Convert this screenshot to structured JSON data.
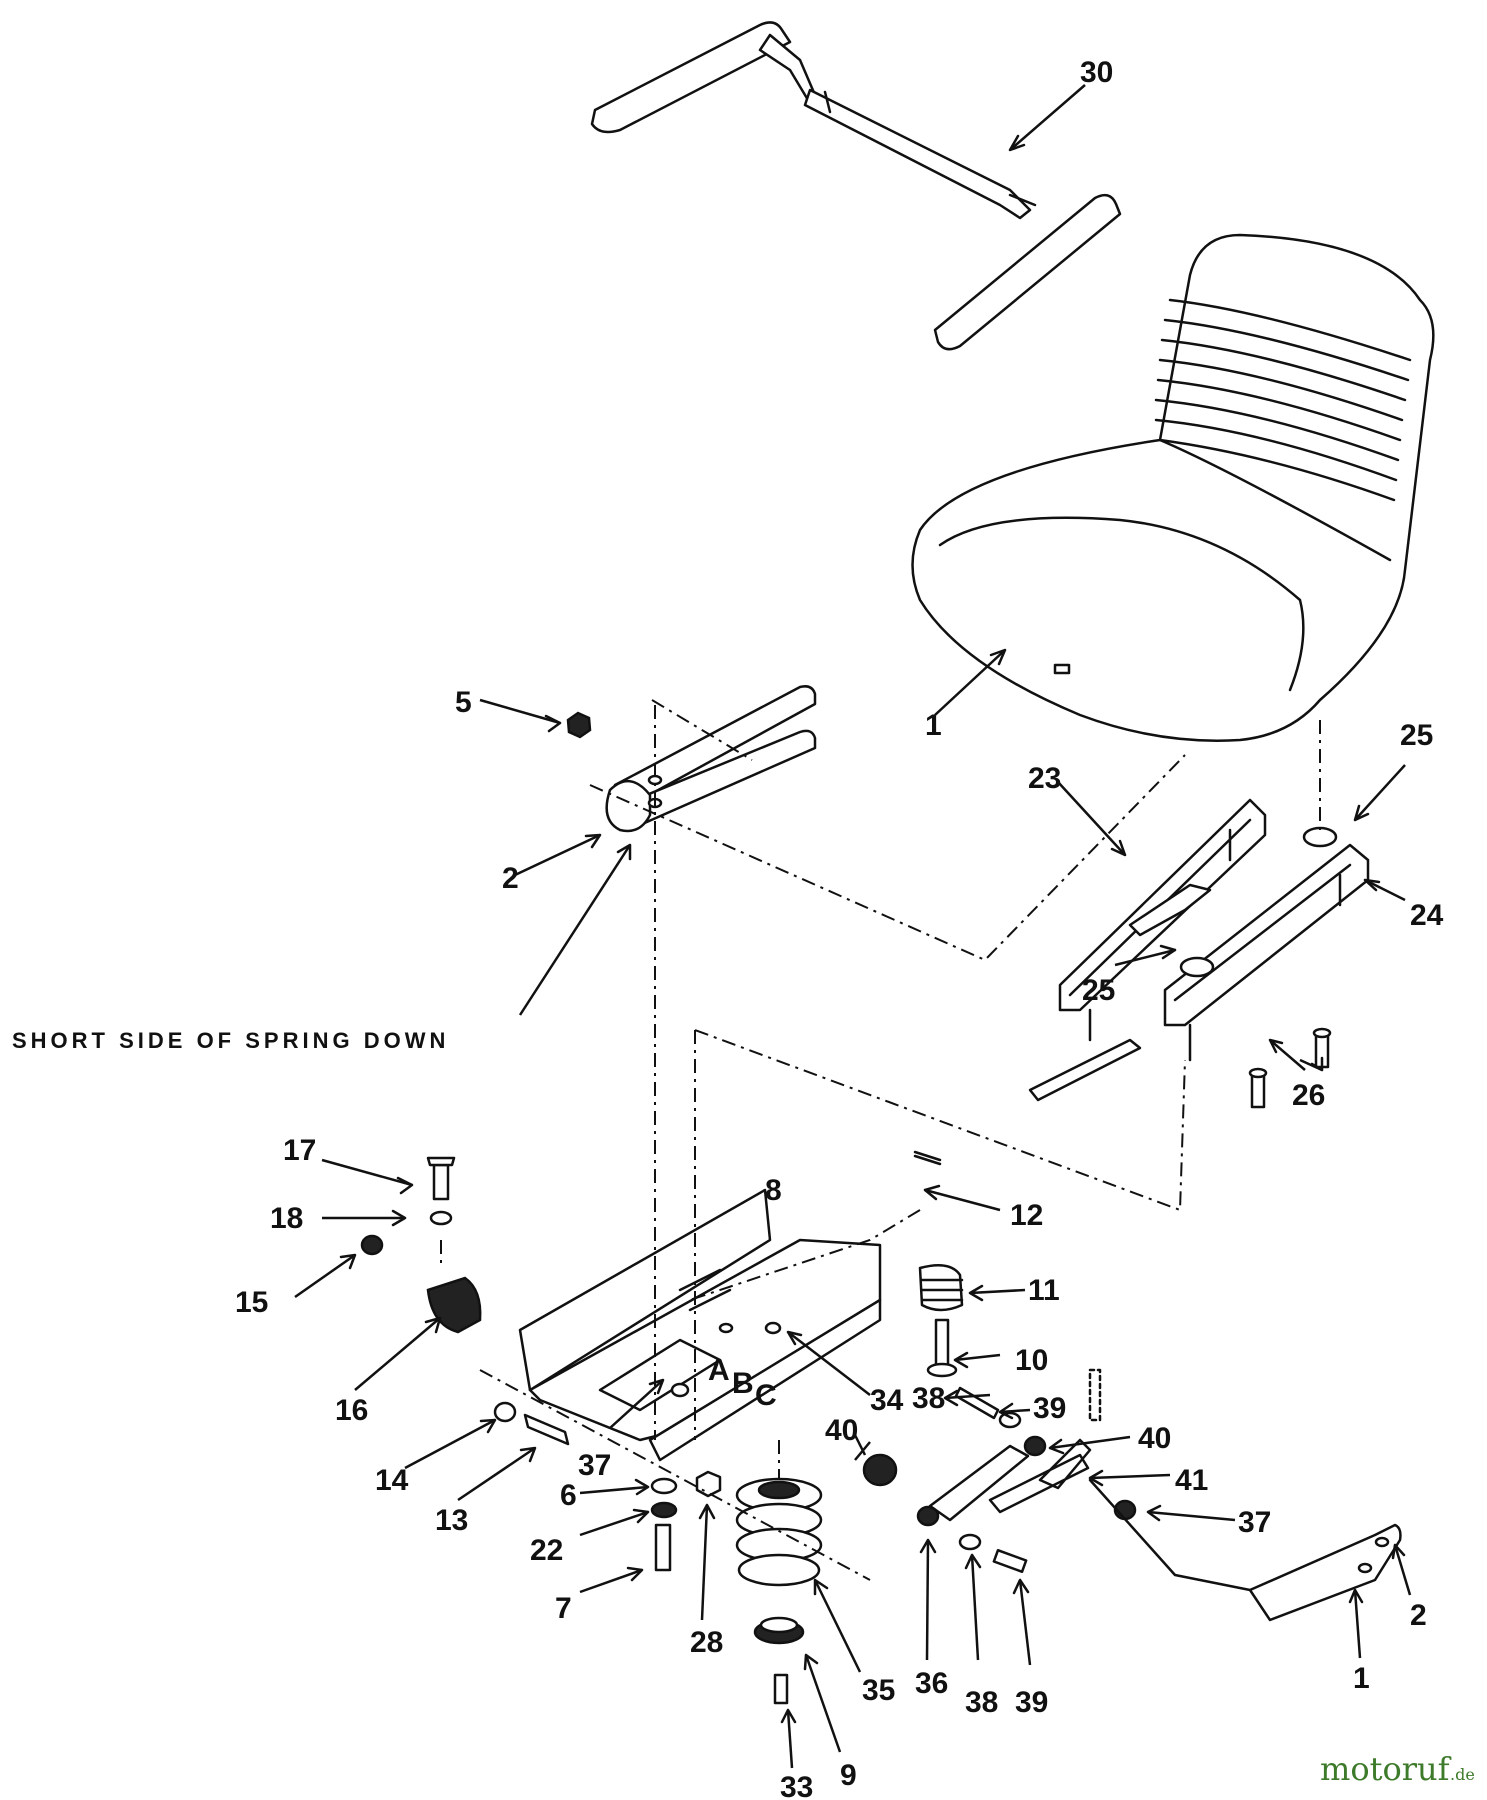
{
  "callouts": {
    "c30": "30",
    "c1": "1",
    "c5": "5",
    "c2": "2",
    "c23": "23",
    "c25a": "25",
    "c24": "24",
    "c25b": "25",
    "c26": "26",
    "c17": "17",
    "c18": "18",
    "c15": "15",
    "c16": "16",
    "c8": "8",
    "c12": "12",
    "c11": "11",
    "c10": "10",
    "c34": "34",
    "c39a": "39",
    "c37a": "37",
    "c14": "14",
    "c13": "13",
    "c6": "6",
    "c22": "22",
    "c7": "7",
    "c28": "28",
    "c40a": "40",
    "c38a": "38",
    "c40b": "40",
    "c41": "41",
    "c37b": "37",
    "c36": "36",
    "c38b": "38",
    "c39b": "39",
    "c35": "35",
    "c9": "9",
    "c33": "33",
    "c1b": "1",
    "c2b": "2"
  },
  "adjust_labels": {
    "a": "A",
    "b": "B",
    "c": "C"
  },
  "note": "SHORT SIDE OF SPRING DOWN",
  "watermark": {
    "brand": "motoruf",
    "suffix": ".de"
  }
}
